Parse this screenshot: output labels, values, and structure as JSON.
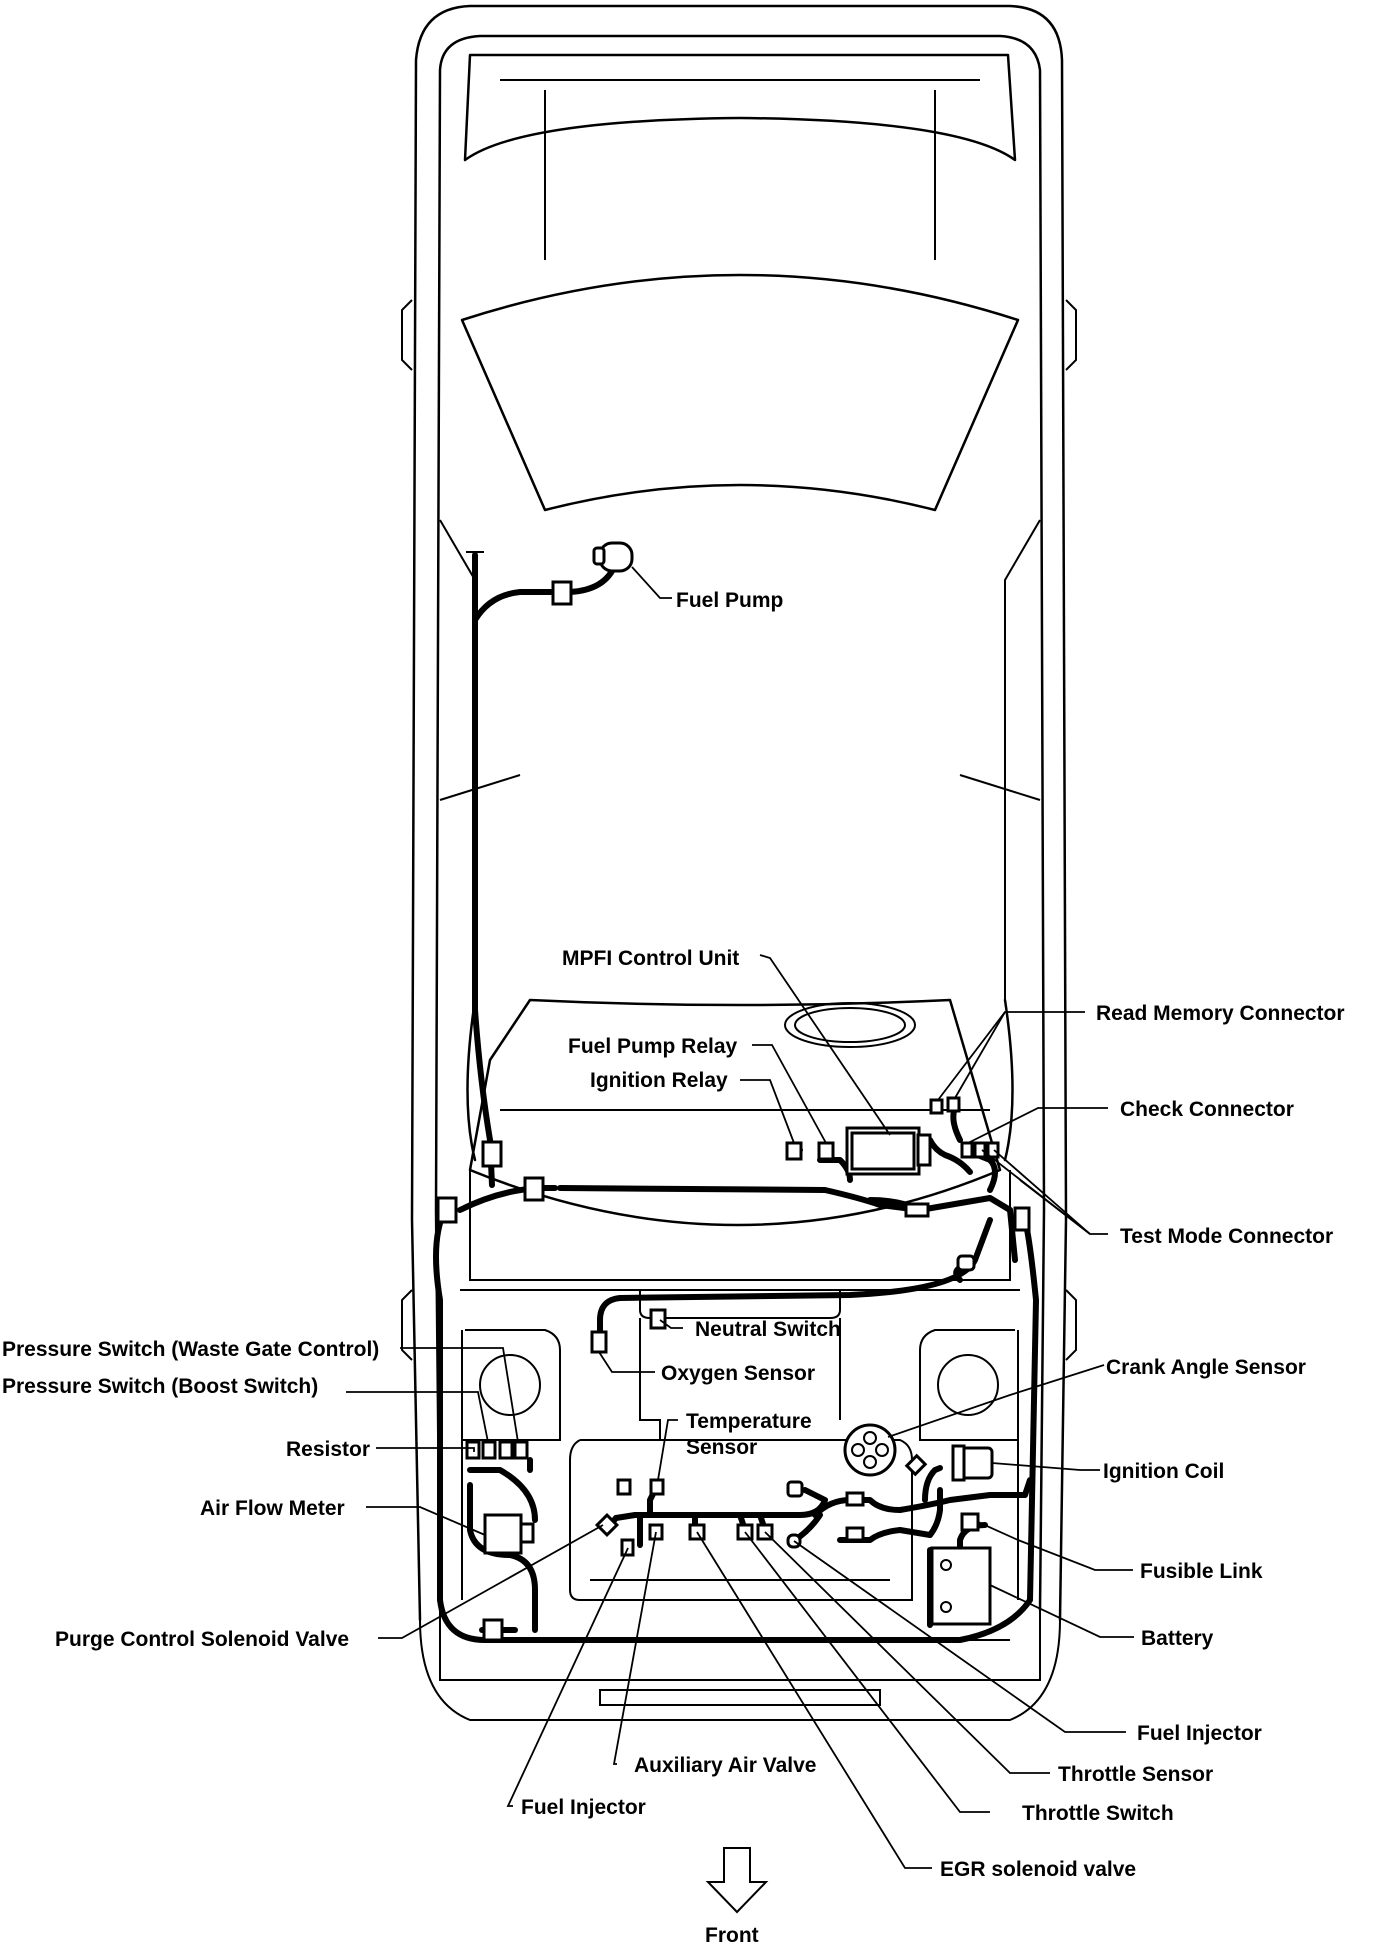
{
  "labels": {
    "fuel_pump": "Fuel Pump",
    "mpfi_control_unit": "MPFI Control Unit",
    "read_memory_connector": "Read Memory Connector",
    "fuel_pump_relay": "Fuel Pump Relay",
    "ignition_relay": "Ignition Relay",
    "check_connector": "Check Connector",
    "test_mode_connector": "Test Mode Connector",
    "neutral_switch": "Neutral Switch",
    "oxygen_sensor": "Oxygen Sensor",
    "pressure_switch_waste_gate": "Pressure Switch (Waste Gate Control)",
    "pressure_switch_boost": "Pressure Switch (Boost Switch)",
    "crank_angle_sensor": "Crank Angle Sensor",
    "temperature_sensor_line1": "Temperature",
    "temperature_sensor_line2": "Sensor",
    "resistor": "Resistor",
    "ignition_coil": "Ignition Coil",
    "air_flow_meter": "Air Flow Meter",
    "fusible_link": "Fusible Link",
    "purge_control_solenoid_valve": "Purge Control Solenoid Valve",
    "battery": "Battery",
    "fuel_injector_right": "Fuel Injector",
    "throttle_sensor": "Throttle Sensor",
    "auxiliary_air_valve": "Auxiliary Air Valve",
    "throttle_switch": "Throttle Switch",
    "fuel_injector_left": "Fuel Injector",
    "egr_solenoid_valve": "EGR solenoid valve",
    "front": "Front"
  }
}
